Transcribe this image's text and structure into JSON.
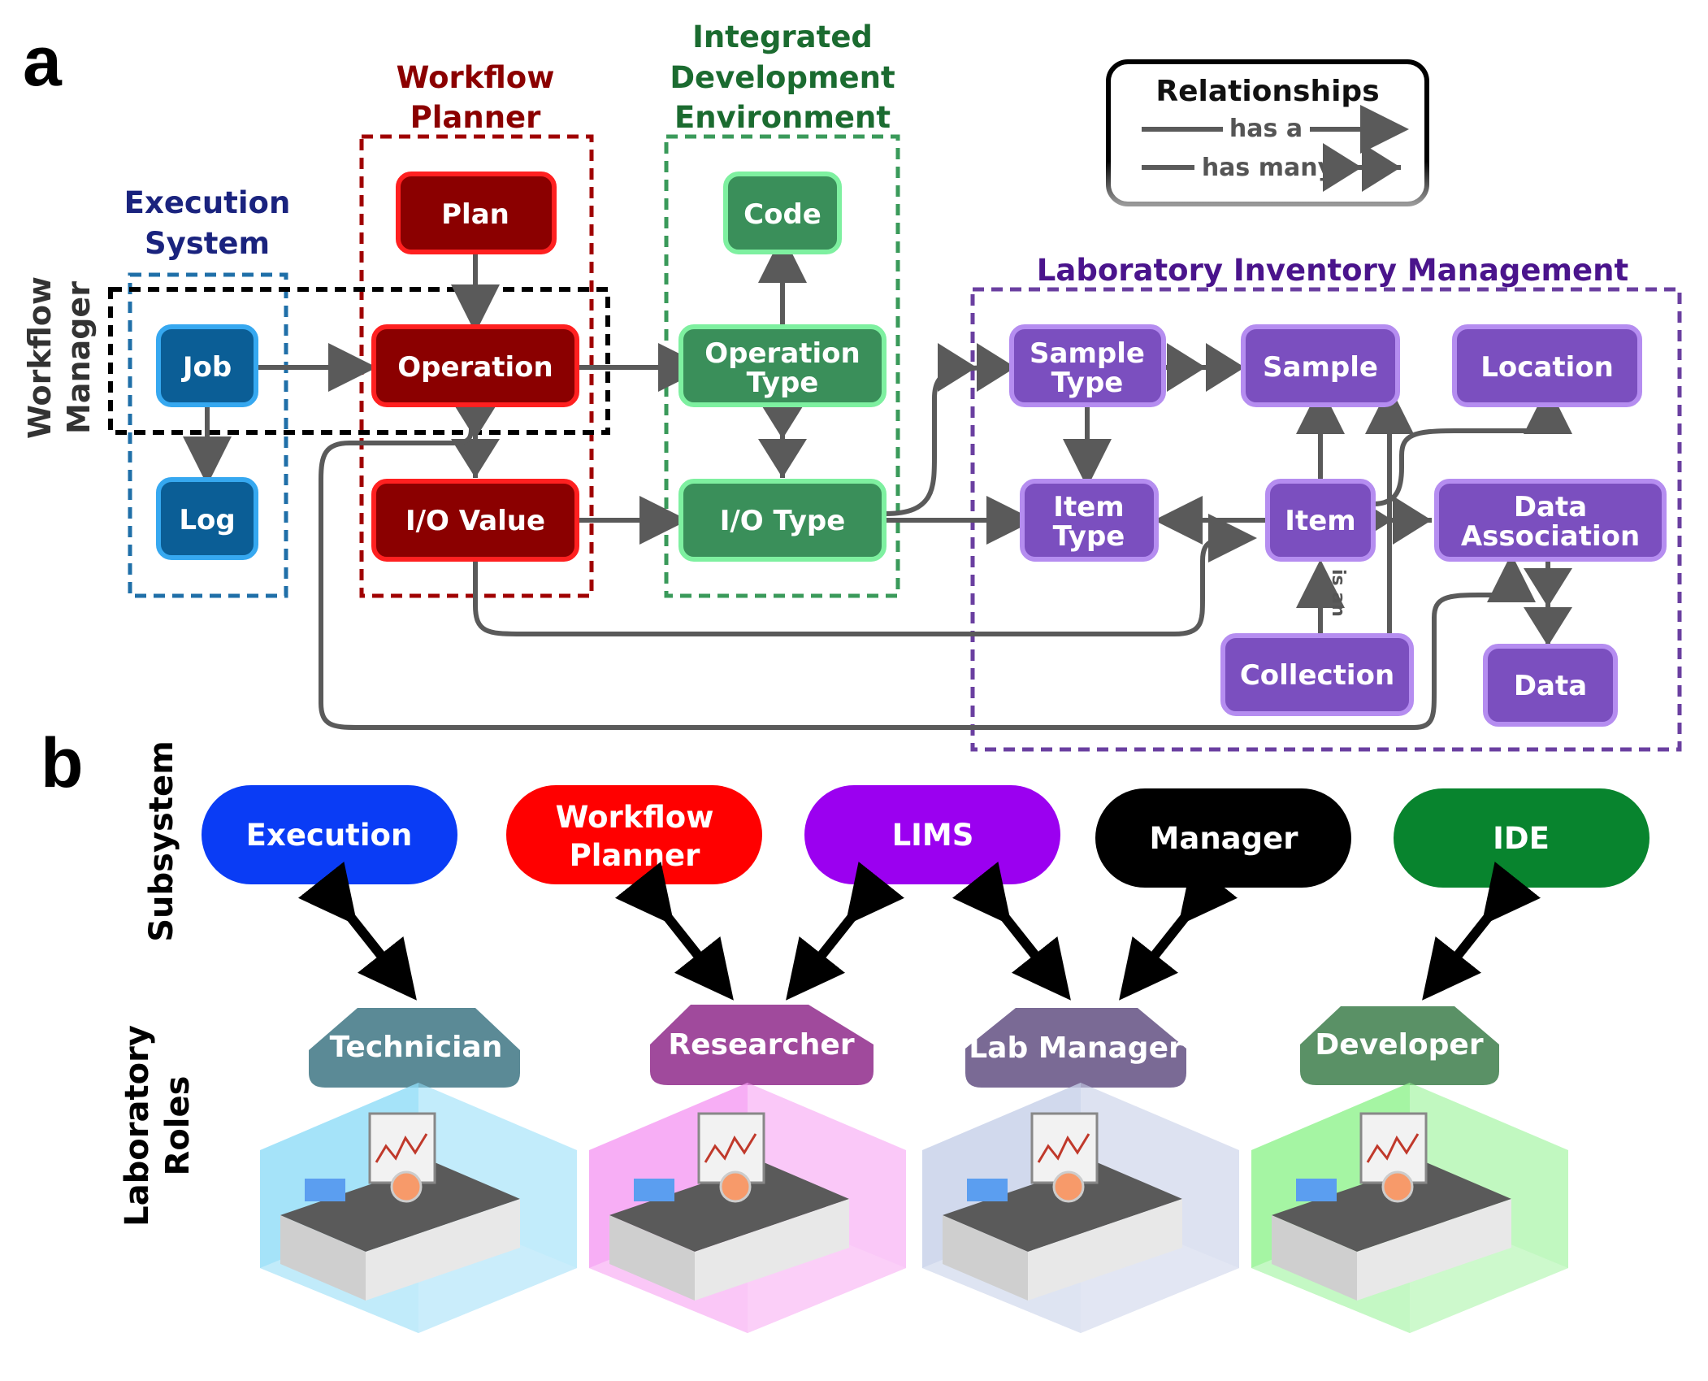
{
  "panel_a": {
    "label": "a",
    "groups": {
      "execution": "Execution System",
      "workflow_planner": "Workflow Planner",
      "ide": "Integrated Development Environment",
      "lims": "Laboratory Inventory Management",
      "manager": "Workflow Manager"
    },
    "legend": {
      "title": "Relationships",
      "has_a": "has a",
      "has_many": "has many"
    },
    "nodes": {
      "job": "Job",
      "log": "Log",
      "plan": "Plan",
      "operation": "Operation",
      "io_value": "I/O Value",
      "code": "Code",
      "operation_type": "Operation Type",
      "io_type": "I/O Type",
      "sample_type": "Sample Type",
      "sample": "Sample",
      "location": "Location",
      "item_type": "Item Type",
      "item": "Item",
      "data_association": "Data Association",
      "collection": "Collection",
      "data": "Data"
    },
    "is_an": "is an",
    "colors": {
      "execution": "#0b5e96",
      "workflow": "#8b0000",
      "ide": "#3a8f5a",
      "lims": "#7b4fbf",
      "arrow": "#5a5a5a"
    }
  },
  "panel_b": {
    "label": "b",
    "subsystem_axis": "Subsystem",
    "roles_axis": "Laboratory Roles",
    "subsystems": [
      {
        "label": "Execution",
        "color": "#0a3cf5"
      },
      {
        "label": "Workflow Planner",
        "color": "#ff0000"
      },
      {
        "label": "LIMS",
        "color": "#9b00f0"
      },
      {
        "label": "Manager",
        "color": "#000000"
      },
      {
        "label": "IDE",
        "color": "#08842e"
      }
    ],
    "roles": [
      {
        "label": "Technician",
        "color": "#5b8a96",
        "wall": "#8fdcf8"
      },
      {
        "label": "Researcher",
        "color": "#a04a9c",
        "wall": "#f59af2"
      },
      {
        "label": "Lab Manager",
        "color": "#7a6a95",
        "wall": "#c6cfe8"
      },
      {
        "label": "Developer",
        "color": "#5a9166",
        "wall": "#8ef38c"
      }
    ]
  }
}
